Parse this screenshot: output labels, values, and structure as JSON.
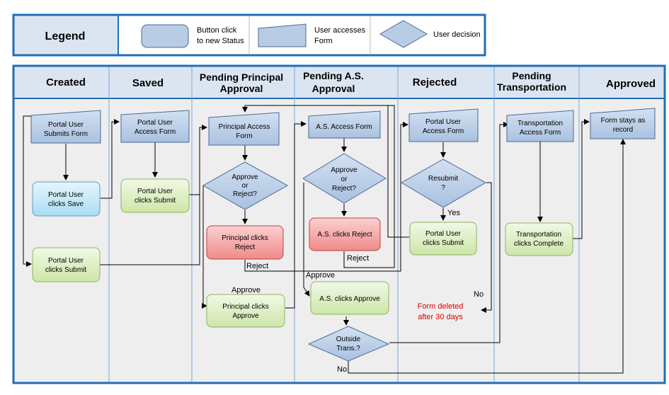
{
  "legend": {
    "title": "Legend",
    "items": [
      {
        "line1": "Button click",
        "line2": "to new Status"
      },
      {
        "line1": "User accesses",
        "line2": "Form"
      },
      {
        "line1": "User decision",
        "line2": ""
      }
    ]
  },
  "lanes": [
    {
      "line1": "Created",
      "line2": ""
    },
    {
      "line1": "Saved",
      "line2": ""
    },
    {
      "line1": "Pending Principal",
      "line2": "Approval"
    },
    {
      "line1": "Pending A.S.",
      "line2": "Approval"
    },
    {
      "line1": "Rejected",
      "line2": ""
    },
    {
      "line1": "Pending",
      "line2": "Transportation"
    },
    {
      "line1": "Approved",
      "line2": ""
    }
  ],
  "nodes": {
    "c_form": {
      "line1": "Portal User",
      "line2": "Submits Form"
    },
    "c_save": {
      "line1": "Portal User",
      "line2": "clicks Save"
    },
    "c_submit": {
      "line1": "Portal User",
      "line2": "clicks Submit"
    },
    "s_form": {
      "line1": "Portal User",
      "line2": "Access Form"
    },
    "s_submit": {
      "line1": "Portal User",
      "line2": "clicks Submit"
    },
    "p_form": {
      "line1": "Principal Access",
      "line2": "Form"
    },
    "p_dec": {
      "line1": "Approve",
      "line2": "or",
      "line3": "Reject?"
    },
    "p_reject": {
      "line1": "Principal clicks",
      "line2": "Reject"
    },
    "p_approve": {
      "line1": "Principal clicks",
      "line2": "Approve"
    },
    "a_form": {
      "line1": "A.S. Access Form"
    },
    "a_dec": {
      "line1": "Approve",
      "line2": "or",
      "line3": "Reject?"
    },
    "a_reject": {
      "line1": "A.S. clicks Reject"
    },
    "a_approve": {
      "line1": "A.S. clicks Approve"
    },
    "a_outside": {
      "line1": "Outside",
      "line2": "Trans.?"
    },
    "r_form": {
      "line1": "Portal User",
      "line2": "Access Form"
    },
    "r_dec": {
      "line1": "Resubmit",
      "line2": "?"
    },
    "r_submit": {
      "line1": "Portal User",
      "line2": "clicks Submit"
    },
    "t_form": {
      "line1": "Transportation",
      "line2": "Access Form"
    },
    "t_complete": {
      "line1": "Transportation",
      "line2": "clicks Complete"
    },
    "ap_form": {
      "line1": "Form stays as",
      "line2": "record"
    }
  },
  "edge_labels": {
    "p_reject": "Reject",
    "p_approve": "Approve",
    "a_reject": "Reject",
    "a_approve": "Approve",
    "r_yes": "Yes",
    "r_no": "No",
    "outside_no": "No"
  },
  "note": {
    "line1": "Form deleted",
    "line2": "after 30 days",
    "color": "#e00000"
  },
  "colors": {
    "frame": "#1f6fb5",
    "header_fill": "#dbe5f1",
    "lane_bg": "#eeeeee",
    "form_fill": "#b8cce4",
    "form_stroke": "#4a6a96",
    "save_fill": "#c7e9f7",
    "green_fill": "#dcefc0",
    "green_stroke": "#8db360",
    "red_fill": "#f5a8a8",
    "red_stroke": "#c04040"
  }
}
